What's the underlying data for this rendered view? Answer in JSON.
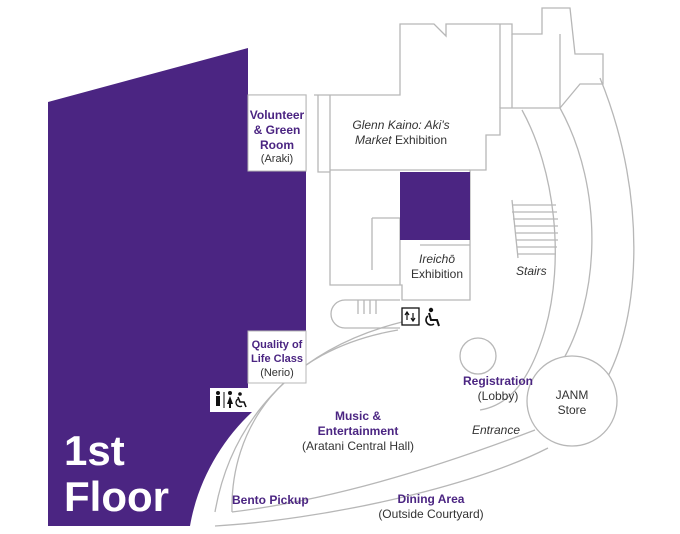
{
  "floor": {
    "line1": "1st",
    "line2": "Floor"
  },
  "colors": {
    "purple": "#4b2582",
    "wall": "#b7b7b7",
    "text": "#333333"
  },
  "rooms": {
    "volunteer": {
      "name_line1": "Volunteer",
      "name_line2": "& Green",
      "name_line3": "Room",
      "sub": "(Araki)"
    },
    "exhibition1": {
      "italic_title": "Glenn Kaino: Aki's",
      "italic_word": "Market",
      "suffix": " Exhibition"
    },
    "ireicho": {
      "italic_title": "Ireichō",
      "sub": "Exhibition"
    },
    "stairs": {
      "label": "Stairs"
    },
    "quality": {
      "name_line1": "Quality of",
      "name_line2": "Life Class",
      "sub": "(Nerio)"
    },
    "registration": {
      "name": "Registration",
      "sub": "(Lobby)"
    },
    "store": {
      "line1": "JANM",
      "line2": "Store"
    },
    "music": {
      "name_line1": "Music &",
      "name_line2": "Entertainment",
      "sub": "(Aratani Central Hall)"
    },
    "entrance": {
      "label": "Entrance"
    },
    "bento": {
      "name": "Bento Pickup"
    },
    "dining": {
      "name": "Dining Area",
      "sub": "(Outside Courtyard)"
    }
  },
  "icons": [
    "elevator-icon",
    "wheelchair-icon",
    "restroom-icon"
  ]
}
